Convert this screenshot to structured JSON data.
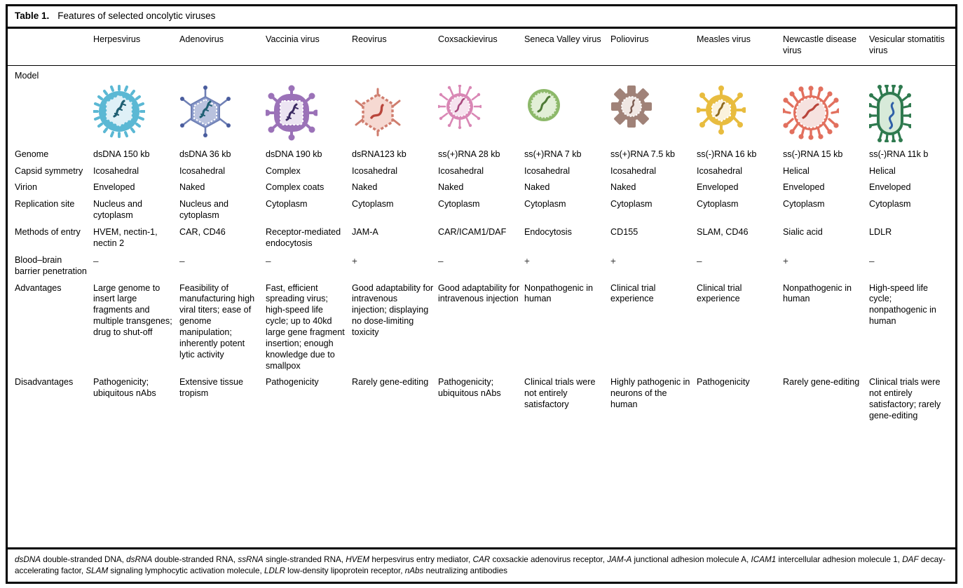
{
  "caption": {
    "label": "Table 1.",
    "text": "Features of selected oncolytic viruses"
  },
  "columns": [
    {
      "id": "herpesvirus",
      "header": "Herpesvirus",
      "icon": "herpesvirus-icon",
      "color": "#5bb8d4"
    },
    {
      "id": "adenovirus",
      "header": "Adenovirus",
      "icon": "adenovirus-icon",
      "color": "#8d9ccb"
    },
    {
      "id": "vaccinia",
      "header": "Vaccinia virus",
      "icon": "vaccinia-virus-icon",
      "color": "#9b72b8"
    },
    {
      "id": "reovirus",
      "header": "Reovirus",
      "icon": "reovirus-icon",
      "color": "#d98b7e"
    },
    {
      "id": "coxsackievirus",
      "header": "Coxsackievirus",
      "icon": "coxsackievirus-icon",
      "color": "#d987b5"
    },
    {
      "id": "seneca",
      "header": "Seneca Valley virus",
      "icon": "seneca-valley-virus-icon",
      "color": "#8db96a"
    },
    {
      "id": "poliovirus",
      "header": "Poliovirus",
      "icon": "poliovirus-icon",
      "color": "#a08278"
    },
    {
      "id": "measles",
      "header": "Measles virus",
      "icon": "measles-virus-icon",
      "color": "#e8bc3f"
    },
    {
      "id": "newcastle",
      "header": "Newcastle disease virus",
      "icon": "newcastle-disease-virus-icon",
      "color": "#e2705e"
    },
    {
      "id": "vsv",
      "header": "Vesicular stomatitis virus",
      "icon": "vesicular-stomatitis-virus-icon",
      "color": "#2f7a4f"
    }
  ],
  "rows": {
    "model": {
      "label": "Model"
    },
    "genome": {
      "label": "Genome",
      "values": [
        "dsDNA 150 kb",
        "dsDNA 36 kb",
        "dsDNA 190 kb",
        "dsRNA123 kb",
        "ss(+)RNA 28 kb",
        "ss(+)RNA 7 kb",
        "ss(+)RNA 7.5 kb",
        "ss(-)RNA 16 kb",
        "ss(-)RNA 15 kb",
        "ss(-)RNA 11k b"
      ]
    },
    "capsid": {
      "label": "Capsid symmetry",
      "values": [
        "Icosahedral",
        "Icosahedral",
        "Complex",
        "Icosahedral",
        "Icosahedral",
        "Icosahedral",
        "Icosahedral",
        "Icosahedral",
        "Helical",
        "Helical"
      ]
    },
    "virion": {
      "label": "Virion",
      "values": [
        "Enveloped",
        "Naked",
        "Complex coats",
        "Naked",
        "Naked",
        "Naked",
        "Naked",
        "Enveloped",
        "Enveloped",
        "Enveloped"
      ]
    },
    "replication": {
      "label": "Replication site",
      "values": [
        "Nucleus and cytoplasm",
        "Nucleus and cytoplasm",
        "Cytoplasm",
        "Cytoplasm",
        "Cytoplasm",
        "Cytoplasm",
        "Cytoplasm",
        "Cytoplasm",
        "Cytoplasm",
        "Cytoplasm"
      ]
    },
    "entry": {
      "label": "Methods of entry",
      "values": [
        "HVEM, nectin-1, nectin 2",
        "CAR, CD46",
        "Receptor-mediated endocytosis",
        "JAM-A",
        "CAR/ICAM1/DAF",
        "Endocytosis",
        "CD155",
        "SLAM, CD46",
        "Sialic acid",
        "LDLR"
      ]
    },
    "bbb": {
      "label": "Blood–brain barrier penetration",
      "values": [
        "–",
        "–",
        "–",
        "+",
        "–",
        "+",
        "+",
        "–",
        "+",
        "–"
      ]
    },
    "advantages": {
      "label": "Advantages",
      "values": [
        "Large genome to insert large fragments and multiple transgenes; drug to shut-off",
        "Feasibility of manufacturing high viral titers; ease of genome manipulation; inherently potent lytic activity",
        "Fast, efficient spreading virus; high-speed life cycle; up to 40kd large gene fragment insertion; enough knowledge due to smallpox",
        "Good adaptability for intravenous injection; displaying no dose-limiting toxicity",
        "Good adaptability for intravenous injection",
        "Nonpathogenic in human",
        "Clinical trial experience",
        "Clinical trial experience",
        "Nonpathogenic in human",
        "High-speed life cycle; nonpathogenic in human"
      ]
    },
    "disadvantages": {
      "label": "Disadvantages",
      "values": [
        "Pathogenicity; ubiquitous nAbs",
        "Extensive tissue tropism",
        "Pathogenicity",
        "Rarely gene-editing",
        "Pathogenicity; ubiquitous nAbs",
        "Clinical trials were not entirely satisfactory",
        "Highly pathogenic in neurons of the human",
        "Pathogenicity",
        "Rarely gene-editing",
        "Clinical trials were not entirely satisfactory; rarely gene-editing"
      ]
    }
  },
  "footnote": {
    "parts": [
      {
        "i": "dsDNA",
        "t": " double-stranded DNA, "
      },
      {
        "i": "dsRNA",
        "t": " double-stranded RNA, "
      },
      {
        "i": "ssRNA",
        "t": " single-stranded RNA, "
      },
      {
        "i": "HVEM",
        "t": " herpesvirus entry mediator, "
      },
      {
        "i": "CAR",
        "t": " coxsackie adenovirus receptor, "
      },
      {
        "i": "JAM-A",
        "t": " junctional adhesion molecule A, "
      },
      {
        "i": "ICAM1",
        "t": " intercellular adhesion molecule 1, "
      },
      {
        "i": "DAF",
        "t": " decay-accelerating factor, "
      },
      {
        "i": "SLAM",
        "t": " signaling lymphocytic activation molecule, "
      },
      {
        "i": "LDLR",
        "t": " low-density lipoprotein receptor, "
      },
      {
        "i": "nAbs",
        "t": " neutralizing antibodies"
      }
    ]
  }
}
